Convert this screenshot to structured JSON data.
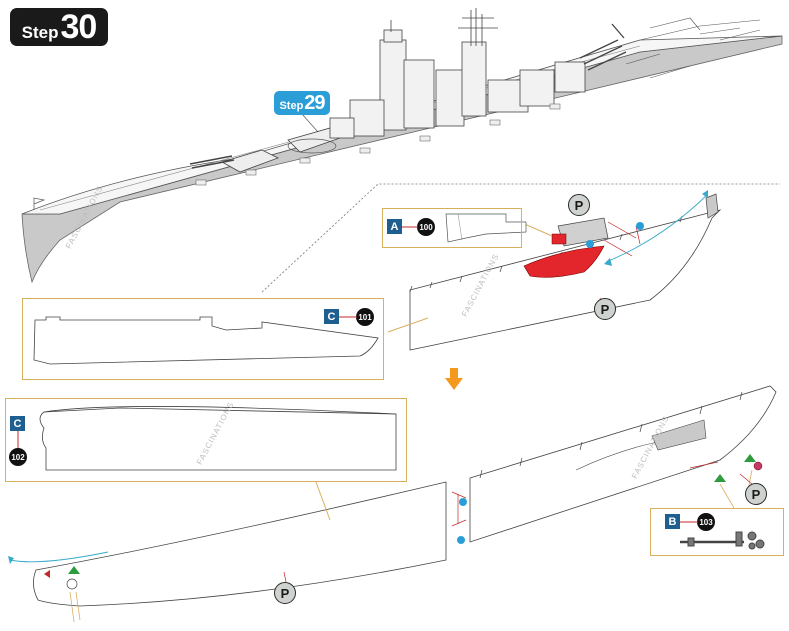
{
  "step": {
    "word": "Step",
    "number": "30"
  },
  "previous_step": {
    "word": "Step",
    "number": "29"
  },
  "watermark": "FASCINATIONS",
  "callouts": [
    {
      "sheet": "A",
      "part": "100"
    },
    {
      "sheet": "C",
      "part": "101"
    },
    {
      "sheet": "C",
      "part": "102"
    },
    {
      "sheet": "B",
      "part": "103"
    }
  ],
  "p_marker": "P",
  "colors": {
    "accent_blue": "#2b9ed8",
    "sheet_blue": "#1f5f8f",
    "highlight_red": "#e2262b",
    "arrow_orange": "#f39a1e",
    "box_gold": "#d9b060",
    "hull_gray": "#c9c9c9",
    "guide_cyan": "#39aacb",
    "green": "#2e9b3e"
  }
}
